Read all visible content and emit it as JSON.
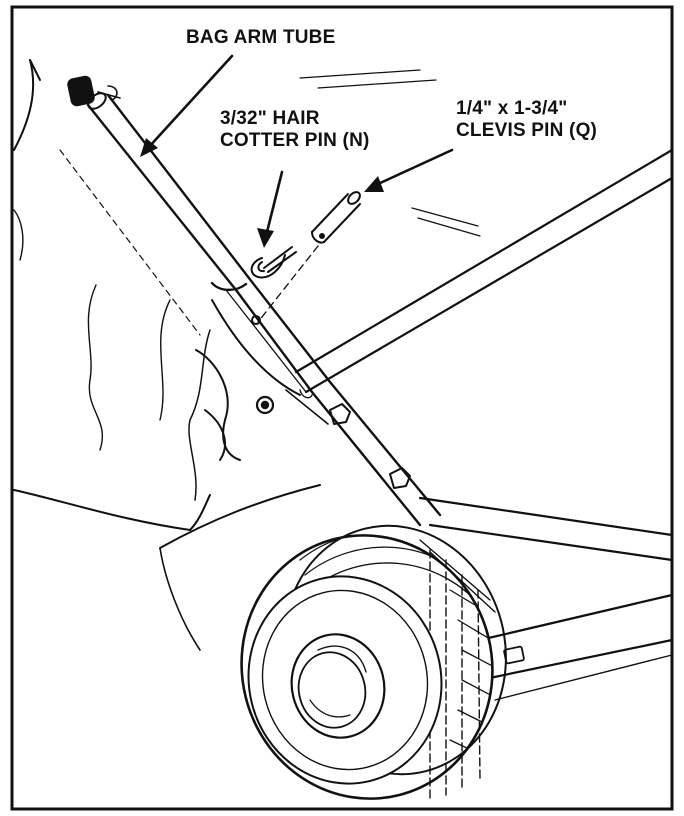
{
  "labels": {
    "bag_arm_tube": "BAG ARM TUBE",
    "hair_cotter_pin": {
      "line1": "3/32\" HAIR",
      "line2": "COTTER PIN (N)"
    },
    "clevis_pin": {
      "line1": "1/4\" x 1-3/4\"",
      "line2": "CLEVIS PIN (Q)"
    }
  },
  "style": {
    "ink": "#111111",
    "paper": "#ffffff"
  }
}
